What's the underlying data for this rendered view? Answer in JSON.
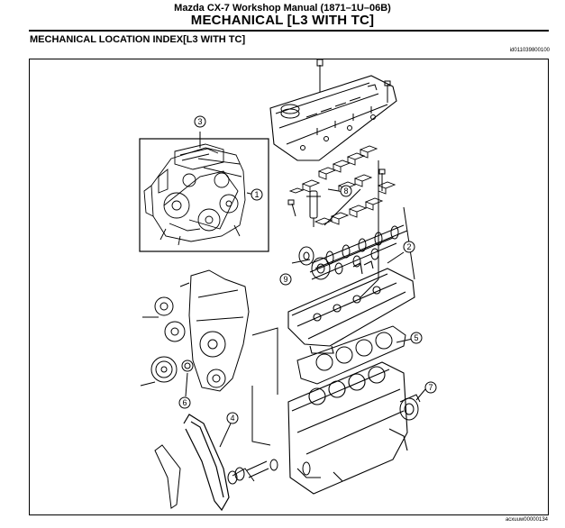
{
  "header": {
    "manual_title": "Mazda CX-7 Workshop Manual (1871–1U–06B)",
    "section_title": "MECHANICAL [L3 WITH TC]"
  },
  "page": {
    "heading": "MECHANICAL LOCATION INDEX[L3 WITH TC]",
    "document_id": "id011039800100"
  },
  "figure": {
    "code": "acxuuw00000134",
    "callouts": [
      "1",
      "2",
      "3",
      "4",
      "5",
      "6",
      "7",
      "8",
      "9"
    ]
  }
}
